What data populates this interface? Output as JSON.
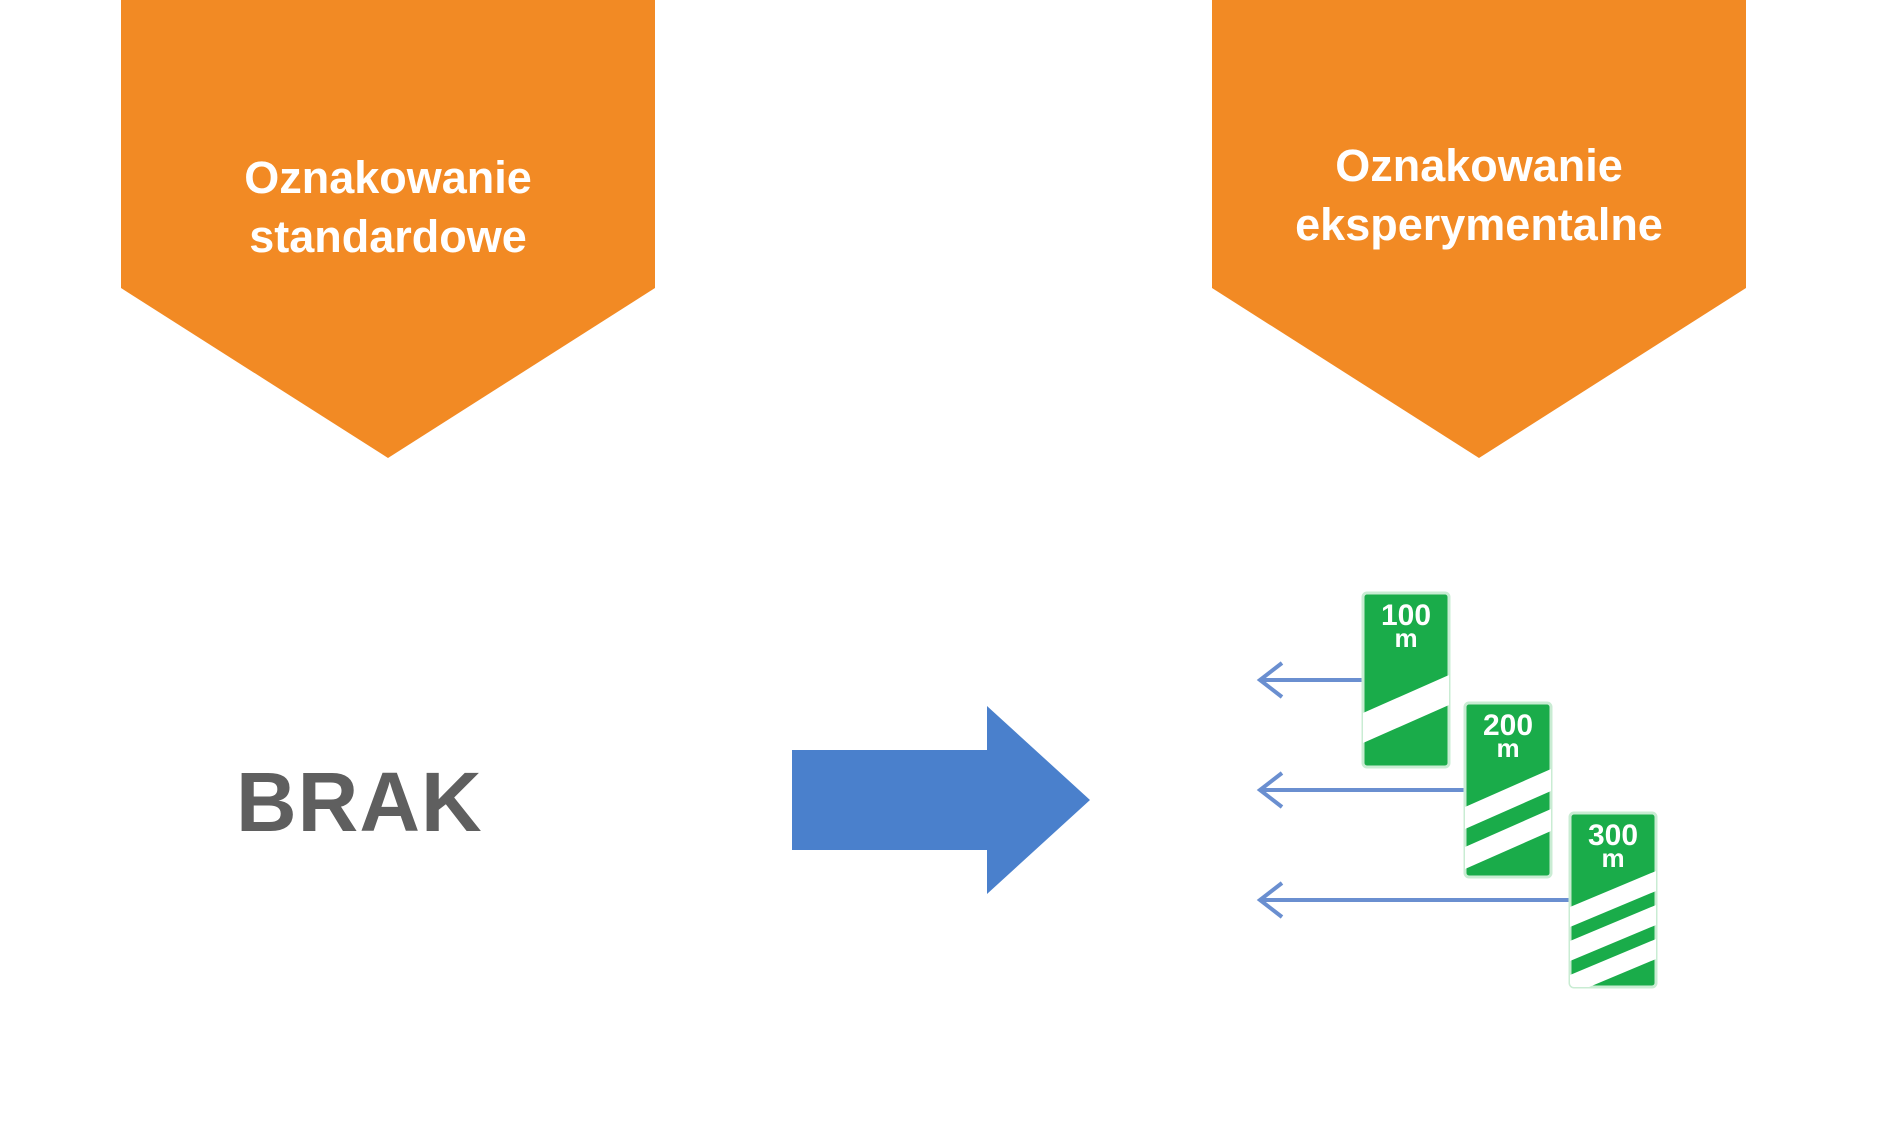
{
  "colors": {
    "banner": "#f28a24",
    "arrow": "#4a80cc",
    "sign_green": "#1aac4a",
    "thin_arrow": "#6a8fd0",
    "text_dark": "#5f5f5f"
  },
  "left_column": {
    "banner_label": "Oznakowanie\nstandardowe",
    "content_label": "BRAK"
  },
  "right_column": {
    "banner_label": "Oznakowanie\neksperymentalne",
    "signs": [
      {
        "distance": "100",
        "unit": "m",
        "stripes": 1
      },
      {
        "distance": "200",
        "unit": "m",
        "stripes": 2
      },
      {
        "distance": "300",
        "unit": "m",
        "stripes": 3
      }
    ]
  },
  "icons": {
    "transition": "right-arrow-icon",
    "sign_pointer": "left-arrow-icon"
  }
}
